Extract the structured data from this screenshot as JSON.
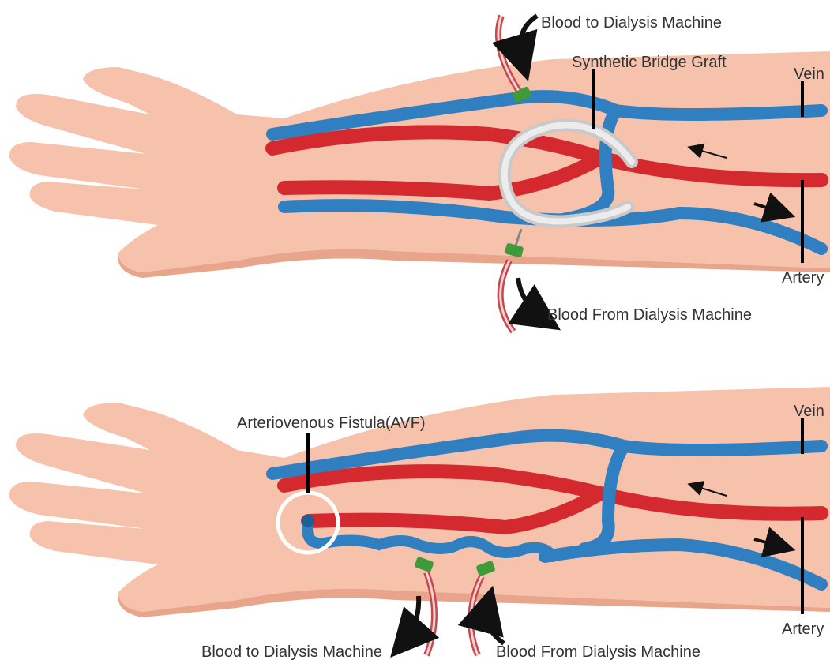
{
  "colors": {
    "skin": "#f7c2ab",
    "skin_shadow": "#e8a58c",
    "vein": "#2f7fc1",
    "vein_dark": "#1f5f97",
    "artery": "#d42a2f",
    "artery_dark": "#a51e23",
    "graft": "#d9d9d9",
    "connector": "#3f9a3a",
    "label_text": "#333333"
  },
  "top": {
    "label_top_machine": "Blood to Dialysis Machine",
    "label_graft": "Synthetic Bridge Graft",
    "label_vein": "Vein",
    "label_artery": "Artery",
    "label_bottom_machine": "Blood From Dialysis Machine"
  },
  "bottom": {
    "label_avf": "Arteriovenous Fistula(AVF)",
    "label_vein": "Vein",
    "label_artery": "Artery",
    "label_to_machine": "Blood to Dialysis Machine",
    "label_from_machine": "Blood From Dialysis Machine"
  }
}
